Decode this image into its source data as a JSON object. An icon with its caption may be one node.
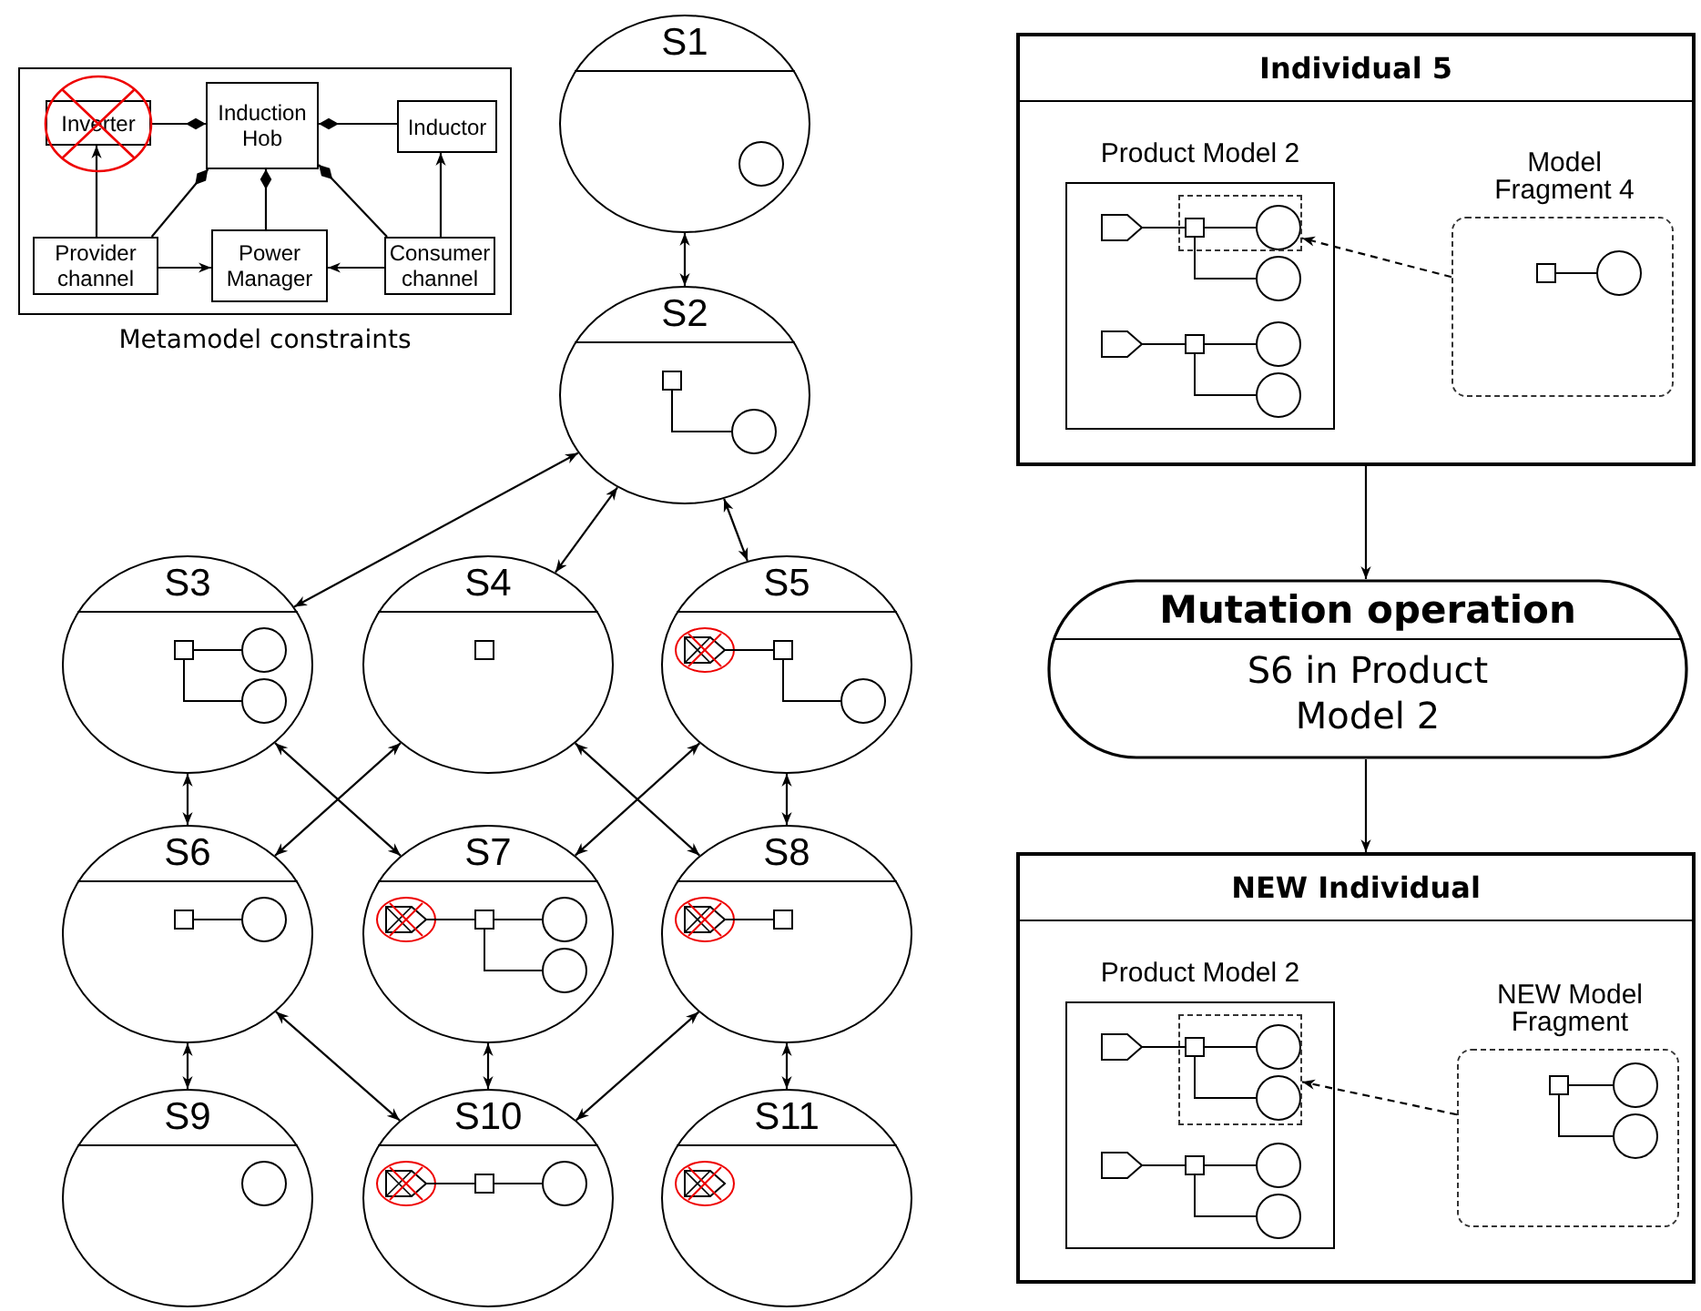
{
  "diagram": {
    "nodes": [
      {
        "text": [],
        "shape": "box",
        "beside": [
          "Metamodel constraints"
        ]
      },
      {
        "text": [
          "Inverter"
        ],
        "in": 0
      },
      {
        "text": [
          "Induction Hob"
        ],
        "in": 0
      },
      {
        "text": [
          "Inductor"
        ],
        "in": 0
      },
      {
        "text": [
          "Provider channel"
        ],
        "in": 0
      },
      {
        "text": [
          "Power Manager"
        ],
        "in": 0
      },
      {
        "text": [
          "Consumer channel"
        ],
        "in": 0
      },
      {
        "text": [
          "S1"
        ]
      },
      {
        "text": [
          "S2"
        ]
      },
      {
        "text": [
          "S3"
        ]
      },
      {
        "text": [
          "S4"
        ]
      },
      {
        "text": [
          "S5"
        ]
      },
      {
        "text": [
          "S6"
        ]
      },
      {
        "text": [
          "S7"
        ]
      },
      {
        "text": [
          "S8"
        ]
      },
      {
        "text": [
          "S9"
        ]
      },
      {
        "text": [
          "S10"
        ]
      },
      {
        "text": [
          "S11"
        ]
      },
      {
        "text": [
          "Individual 5"
        ]
      },
      {
        "text": [
          "Product Model 2"
        ],
        "in": 18
      },
      {
        "text": [],
        "shape": "box",
        "in": 19
      },
      {
        "text": [
          "Model Fragment 4"
        ],
        "in": 18
      },
      {
        "text": [
          "Mutation operation",
          "S6 in Product Model 2"
        ]
      },
      {
        "text": [
          "NEW Individual"
        ]
      },
      {
        "text": [
          "Product Model 2"
        ],
        "in": 23
      },
      {
        "text": [],
        "shape": "box",
        "in": 24
      },
      {
        "text": [
          "NEW Model Fragment"
        ],
        "in": 23
      }
    ],
    "edges": [
      {
        "from": 1,
        "to": 2,
        "arrow": "other"
      },
      {
        "from": 3,
        "to": 2,
        "arrow": "other"
      },
      {
        "from": 4,
        "to": 2,
        "arrow": "other"
      },
      {
        "from": 5,
        "to": 2,
        "arrow": "other"
      },
      {
        "from": 6,
        "to": 2,
        "arrow": "other"
      },
      {
        "from": 4,
        "to": 1,
        "arrow": "to"
      },
      {
        "from": 6,
        "to": 3,
        "arrow": "to"
      },
      {
        "from": 4,
        "to": 5,
        "arrow": "to"
      },
      {
        "from": 6,
        "to": 5,
        "arrow": "to"
      },
      {
        "from": 7,
        "to": 8,
        "arrow": "both"
      },
      {
        "from": 8,
        "to": 9,
        "arrow": "both"
      },
      {
        "from": 8,
        "to": 10,
        "arrow": "both"
      },
      {
        "from": 8,
        "to": 11,
        "arrow": "both"
      },
      {
        "from": 9,
        "to": 12,
        "arrow": "both"
      },
      {
        "from": 9,
        "to": 13,
        "arrow": "both"
      },
      {
        "from": 10,
        "to": 12,
        "arrow": "both"
      },
      {
        "from": 10,
        "to": 14,
        "arrow": "both"
      },
      {
        "from": 11,
        "to": 13,
        "arrow": "both"
      },
      {
        "from": 11,
        "to": 14,
        "arrow": "both"
      },
      {
        "from": 12,
        "to": 15,
        "arrow": "both"
      },
      {
        "from": 12,
        "to": 16,
        "arrow": "both"
      },
      {
        "from": 13,
        "to": 16,
        "arrow": "both"
      },
      {
        "from": 14,
        "to": 16,
        "arrow": "both"
      },
      {
        "from": 14,
        "to": 17,
        "arrow": "both"
      },
      {
        "from": 21,
        "to": 20,
        "arrow": "to",
        "style": "dashed"
      },
      {
        "from": 18,
        "to": 22,
        "arrow": "to"
      },
      {
        "from": 22,
        "to": 23,
        "arrow": "to"
      },
      {
        "from": 26,
        "to": 25,
        "arrow": "to",
        "style": "dashed"
      }
    ]
  }
}
